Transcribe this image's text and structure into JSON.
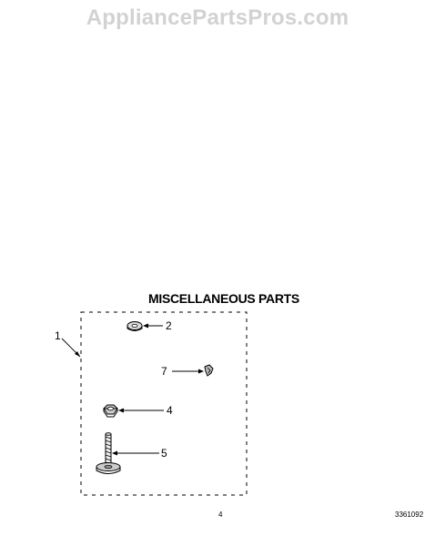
{
  "watermark": "AppliancePartsPros.com",
  "section_title": "MISCELLANEOUS PARTS",
  "parts": [
    {
      "callout": "1",
      "description": "kit outline"
    },
    {
      "callout": "2",
      "description": "washer"
    },
    {
      "callout": "7",
      "description": "clip"
    },
    {
      "callout": "4",
      "description": "nut"
    },
    {
      "callout": "5",
      "description": "leveling leg"
    }
  ],
  "footer": {
    "page_number": "4",
    "doc_number": "3361092"
  }
}
